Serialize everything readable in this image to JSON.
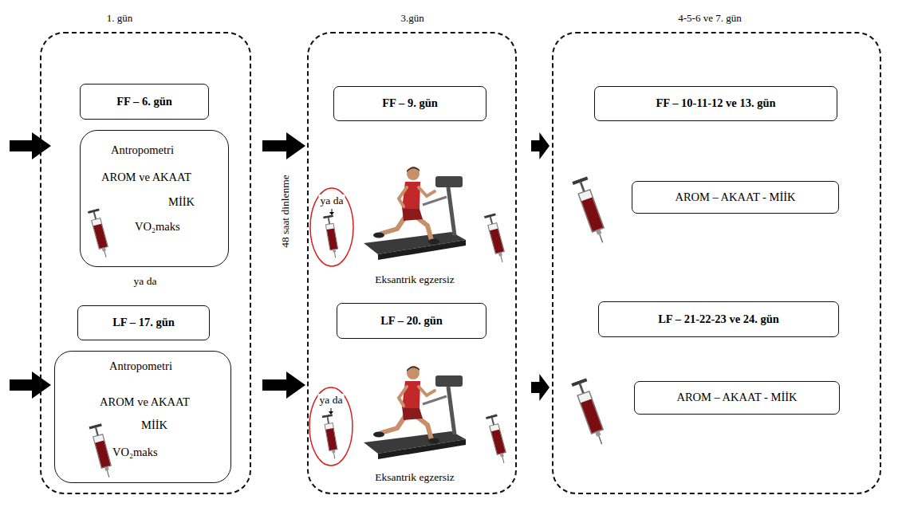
{
  "diagram": {
    "nodes": [
      {
        "text": [
          "1. gün"
        ]
      },
      {
        "text": [
          "FF – 6. gün"
        ],
        "in": 0
      },
      {
        "text": [
          "Antropometri",
          "AROM ve AKAAT",
          "MİİK",
          "VO₂maks"
        ],
        "in": 0
      },
      {
        "text": [
          "LF – 17. gün"
        ],
        "in": 0
      },
      {
        "text": [
          "Antropometri",
          "AROM ve AKAAT",
          "MİİK",
          "VO₂maks"
        ],
        "in": 0
      },
      {
        "text": [
          "3.gün"
        ]
      },
      {
        "text": [
          "FF – 9. gün"
        ],
        "in": 5
      },
      {
        "text": [
          "LF – 20. gün"
        ],
        "in": 5
      },
      {
        "text": [
          "4-5-6 ve 7. gün"
        ]
      },
      {
        "text": [
          "FF – 10-11-12 ve 13. gün"
        ],
        "in": 8
      },
      {
        "text": [
          "AROM – AKAAT - MİİK"
        ],
        "in": 8
      },
      {
        "text": [
          "LF – 21-22-23 ve 24. gün"
        ],
        "in": 8
      },
      {
        "text": [
          "AROM – AKAAT - MİİK"
        ],
        "in": 8
      }
    ],
    "edges": [
      {
        "from": 0,
        "to": 5,
        "arrow": "to"
      },
      {
        "from": 0,
        "to": 5,
        "arrow": "to"
      },
      {
        "from": 5,
        "to": 8,
        "arrow": "to"
      },
      {
        "from": 5,
        "to": 8,
        "arrow": "to"
      }
    ],
    "labels": [
      "ya da",
      "48 saat dinlenme",
      "ya da",
      "Eksantrik egzersiz",
      "ya da",
      "Eksantrik egzersiz"
    ]
  }
}
